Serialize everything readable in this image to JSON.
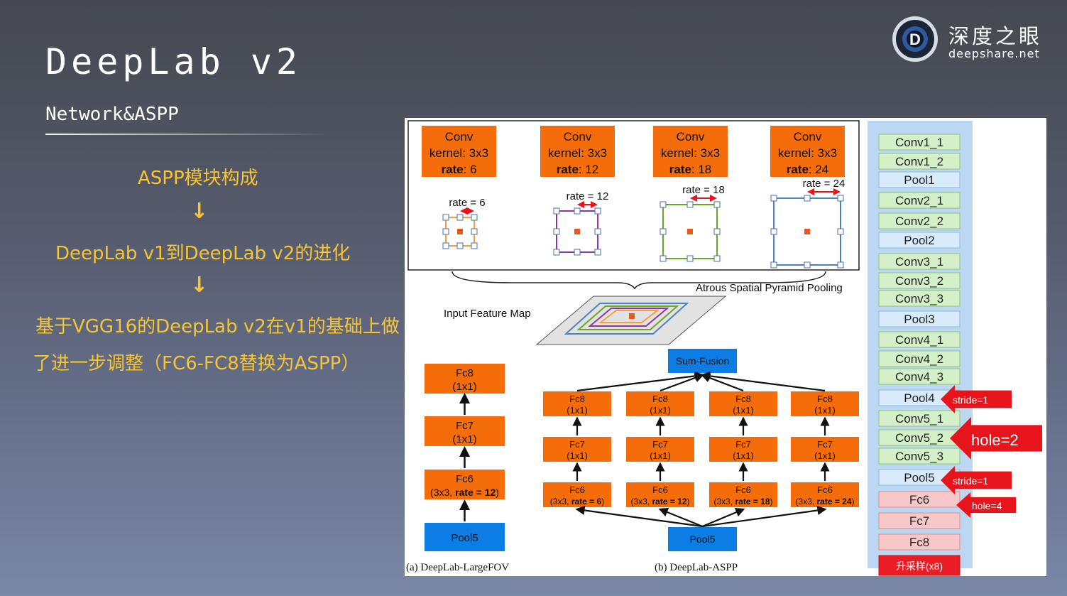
{
  "slide": {
    "title": "DeepLab v2",
    "subtitle": "Network&ASPP",
    "points": [
      "ASPP模块构成",
      "DeepLab v1到DeepLab v2的进化"
    ],
    "arrow_glyph": "↓",
    "statement_line1": "基于VGG16的DeepLab v2在v1的基础上做",
    "statement_line2": "了进一步调整（FC6-FC8替换为ASPP）"
  },
  "logo": {
    "name_cn": "深度之眼",
    "domain": "deepshare.net",
    "letter": "D"
  },
  "colors": {
    "orange": "#f56d0a",
    "blue": "#0d7de6",
    "yellow": "#f7c531",
    "red": "#e8141b"
  },
  "aspp": {
    "label": "Atrous Spatial Pyramid Pooling",
    "input_label": "Input Feature Map",
    "branches": [
      {
        "conv": "Conv",
        "kernel": "kernel: 3x3",
        "rate_key": "rate",
        "rate_val": ": 6",
        "rate_label": "rate = 6",
        "color": "#f3a13a"
      },
      {
        "conv": "Conv",
        "kernel": "kernel: 3x3",
        "rate_key": "rate",
        "rate_val": ": 12",
        "rate_label": "rate = 12",
        "color": "#8b3a9b"
      },
      {
        "conv": "Conv",
        "kernel": "kernel: 3x3",
        "rate_key": "rate",
        "rate_val": ": 18",
        "rate_label": "rate = 18",
        "color": "#6ba52a"
      },
      {
        "conv": "Conv",
        "kernel": "kernel: 3x3",
        "rate_key": "rate",
        "rate_val": ": 24",
        "rate_label": "rate = 24",
        "color": "#4a82c2"
      }
    ]
  },
  "largefov": {
    "caption": "(a) DeepLab-LargeFOV",
    "fc8": [
      "Fc8",
      "(1x1)"
    ],
    "fc7": [
      "Fc7",
      "(1x1)"
    ],
    "fc6_line1": "Fc6",
    "fc6_pre": "(3x3, ",
    "fc6_key": "rate = 12",
    "fc6_post": ")",
    "pool5": "Pool5"
  },
  "aspp_net": {
    "caption": "(b) DeepLab-ASPP",
    "sum_fusion": "Sum-Fusion",
    "pool5": "Pool5",
    "branches": [
      {
        "fc8": [
          "Fc8",
          "(1x1)"
        ],
        "fc7": [
          "Fc7",
          "(1x1)"
        ],
        "fc6_line1": "Fc6",
        "fc6_pre": "(3x3, ",
        "fc6_key": "rate = 6",
        "fc6_post": ")"
      },
      {
        "fc8": [
          "Fc8",
          "(1x1)"
        ],
        "fc7": [
          "Fc7",
          "(1x1)"
        ],
        "fc6_line1": "Fc6",
        "fc6_pre": "(3x3, ",
        "fc6_key": "rate = 12",
        "fc6_post": ")"
      },
      {
        "fc8": [
          "Fc8",
          "(1x1)"
        ],
        "fc7": [
          "Fc7",
          "(1x1)"
        ],
        "fc6_line1": "Fc6",
        "fc6_pre": "(3x3, ",
        "fc6_key": "rate = 18",
        "fc6_post": ")"
      },
      {
        "fc8": [
          "Fc8",
          "(1x1)"
        ],
        "fc7": [
          "Fc7",
          "(1x1)"
        ],
        "fc6_line1": "Fc6",
        "fc6_pre": "(3x3, ",
        "fc6_key": "rate = 24",
        "fc6_post": ")"
      }
    ]
  },
  "vgg": {
    "layers": [
      {
        "label": "Conv1_1",
        "kind": "conv"
      },
      {
        "label": "Conv1_2",
        "kind": "conv"
      },
      {
        "label": "Pool1",
        "kind": "pool"
      },
      {
        "label": "Conv2_1",
        "kind": "conv"
      },
      {
        "label": "Conv2_2",
        "kind": "conv"
      },
      {
        "label": "Pool2",
        "kind": "pool"
      },
      {
        "label": "Conv3_1",
        "kind": "conv"
      },
      {
        "label": "Conv3_2",
        "kind": "conv"
      },
      {
        "label": "Conv3_3",
        "kind": "conv"
      },
      {
        "label": "Pool3",
        "kind": "pool"
      },
      {
        "label": "Conv4_1",
        "kind": "conv"
      },
      {
        "label": "Conv4_2",
        "kind": "conv"
      },
      {
        "label": "Conv4_3",
        "kind": "conv"
      },
      {
        "label": "Pool4",
        "kind": "pool"
      },
      {
        "label": "Conv5_1",
        "kind": "conv"
      },
      {
        "label": "Conv5_2",
        "kind": "conv"
      },
      {
        "label": "Conv5_3",
        "kind": "conv"
      },
      {
        "label": "Pool5",
        "kind": "pool"
      },
      {
        "label": "Fc6",
        "kind": "fc"
      },
      {
        "label": "Fc7",
        "kind": "fc"
      },
      {
        "label": "Fc8",
        "kind": "fc"
      },
      {
        "label": "升采样(x8)",
        "kind": "up"
      }
    ],
    "notes": [
      "stride=1",
      "hole=2",
      "stride=1",
      "hole=4"
    ]
  }
}
